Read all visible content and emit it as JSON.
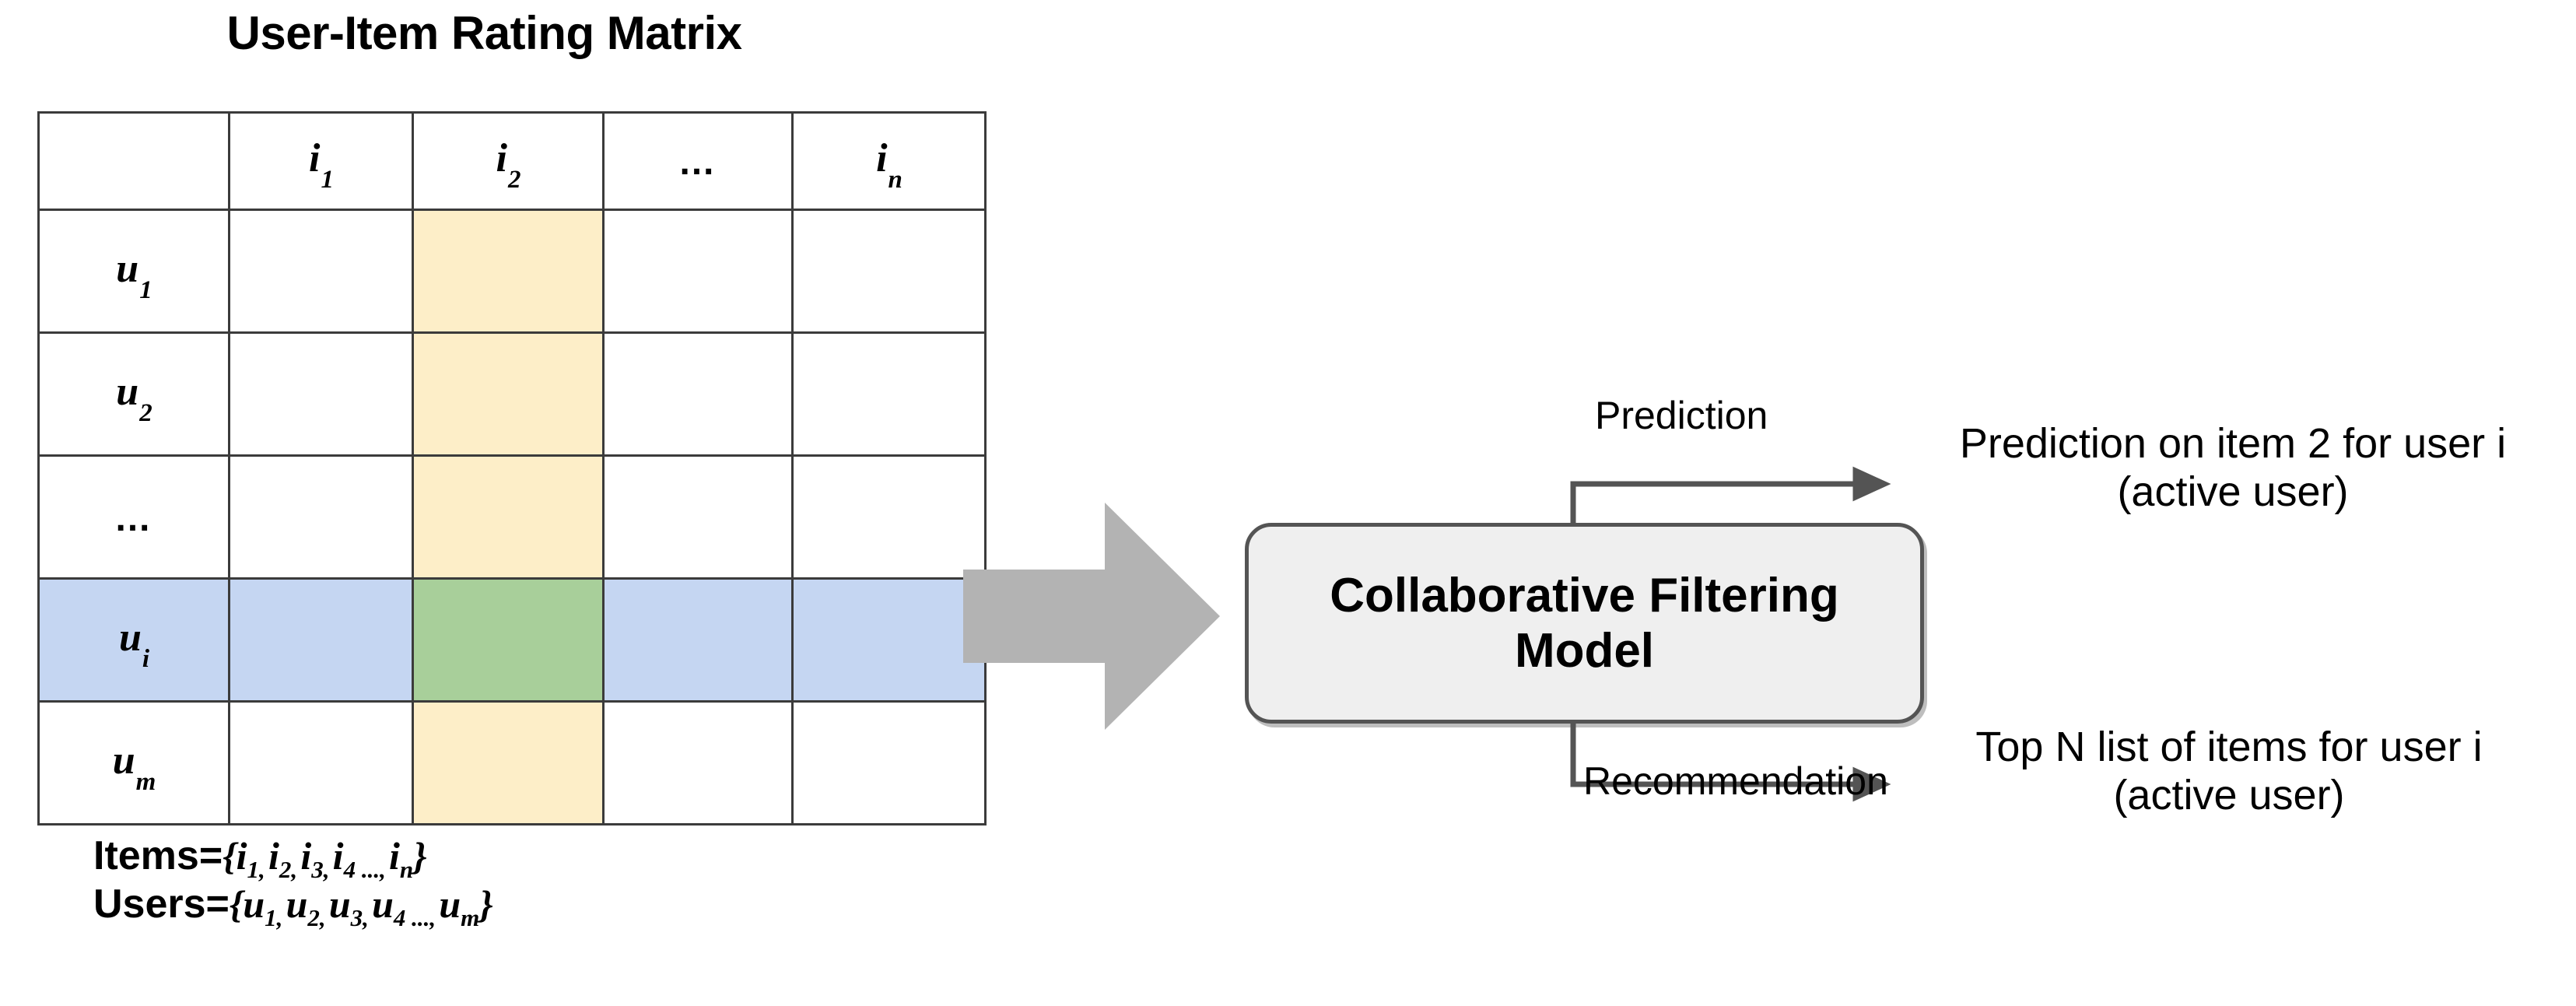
{
  "title": "User-Item Rating Matrix",
  "matrix": {
    "corner": "",
    "column_headers": [
      "",
      "i1",
      "i2",
      "...",
      "in"
    ],
    "column_header_display": [
      {
        "base": "",
        "sub": ""
      },
      {
        "base": "i",
        "sub": "1"
      },
      {
        "base": "i",
        "sub": "2"
      },
      {
        "base": "…",
        "sub": ""
      },
      {
        "base": "i",
        "sub": "n"
      }
    ],
    "row_headers": [
      "u1",
      "u2",
      "...",
      "ui",
      "um"
    ],
    "row_header_display": [
      {
        "base": "u",
        "sub": "1"
      },
      {
        "base": "u",
        "sub": "2"
      },
      {
        "base": "…",
        "sub": ""
      },
      {
        "base": "u",
        "sub": "i"
      },
      {
        "base": "u",
        "sub": "m"
      }
    ],
    "highlighted_column_index": 2,
    "highlighted_row_index": 3,
    "colors": {
      "column_highlight": "#fdeec8",
      "row_highlight": "#c5d6f2",
      "intersection_highlight": "#a8cf9a",
      "grid_line": "#3b3b3b",
      "cell_background": "#ffffff"
    }
  },
  "legend": {
    "items_label": "Items=",
    "items_set": "{i1, i2, i3, i4 ..., in}",
    "items_elements": [
      {
        "base": "i",
        "sub": "1,"
      },
      {
        "base": "i",
        "sub": "2,"
      },
      {
        "base": "i",
        "sub": "3,"
      },
      {
        "base": "i",
        "sub": "4 ...,"
      },
      {
        "base": "i",
        "sub": "n"
      }
    ],
    "users_label": "Users=",
    "users_set": "{u1, u2, u3, u4 ..., um}",
    "users_elements": [
      {
        "base": "u",
        "sub": "1,"
      },
      {
        "base": "u",
        "sub": "2,"
      },
      {
        "base": "u",
        "sub": "3,"
      },
      {
        "base": "u",
        "sub": "4 ...,"
      },
      {
        "base": "u",
        "sub": "m"
      }
    ]
  },
  "flow": {
    "big_arrow_color": "#b3b3b3",
    "model_box": {
      "line1": "Collaborative Filtering",
      "line2": "Model",
      "fill": "#efefef",
      "border": "#545454"
    },
    "edges": [
      {
        "label": "Prediction",
        "position": "above"
      },
      {
        "label": "Recommendation",
        "position": "below"
      }
    ],
    "outputs": [
      {
        "line1": "Prediction on item 2 for user i",
        "line2": "(active user)"
      },
      {
        "line1": "Top N list of items for user i",
        "line2": "(active user)"
      }
    ],
    "connector_color": "#545454"
  }
}
